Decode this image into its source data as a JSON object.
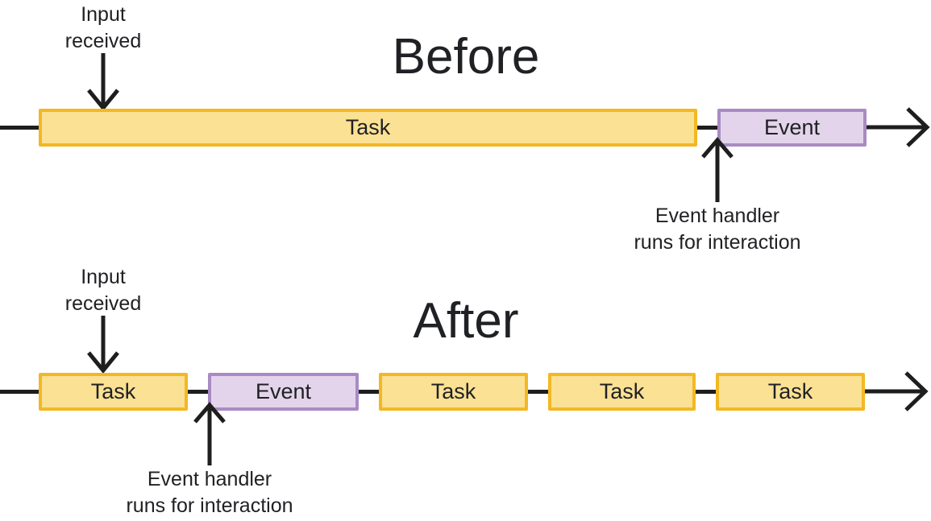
{
  "colors": {
    "task_fill": "#FBE194",
    "task_border": "#F2B824",
    "event_fill": "#E3D4EC",
    "event_border": "#A88BC3",
    "line": "#1E1E1E",
    "text": "#202124",
    "background": "#FFFFFF"
  },
  "icons": {
    "down_arrow": "arrow pointing down",
    "up_arrow": "arrow pointing up",
    "right_arrow": "timeline arrowhead pointing right"
  },
  "before": {
    "title": "Before",
    "input_note": {
      "line1": "Input",
      "line2": "received"
    },
    "bars": [
      {
        "type": "task",
        "label": "Task"
      },
      {
        "type": "event",
        "label": "Event"
      }
    ],
    "handler_note": {
      "line1": "Event handler",
      "line2": "runs for interaction"
    }
  },
  "after": {
    "title": "After",
    "input_note": {
      "line1": "Input",
      "line2": "received"
    },
    "bars": [
      {
        "type": "task",
        "label": "Task"
      },
      {
        "type": "event",
        "label": "Event"
      },
      {
        "type": "task",
        "label": "Task"
      },
      {
        "type": "task",
        "label": "Task"
      },
      {
        "type": "task",
        "label": "Task"
      }
    ],
    "handler_note": {
      "line1": "Event handler",
      "line2": "runs for interaction"
    }
  }
}
